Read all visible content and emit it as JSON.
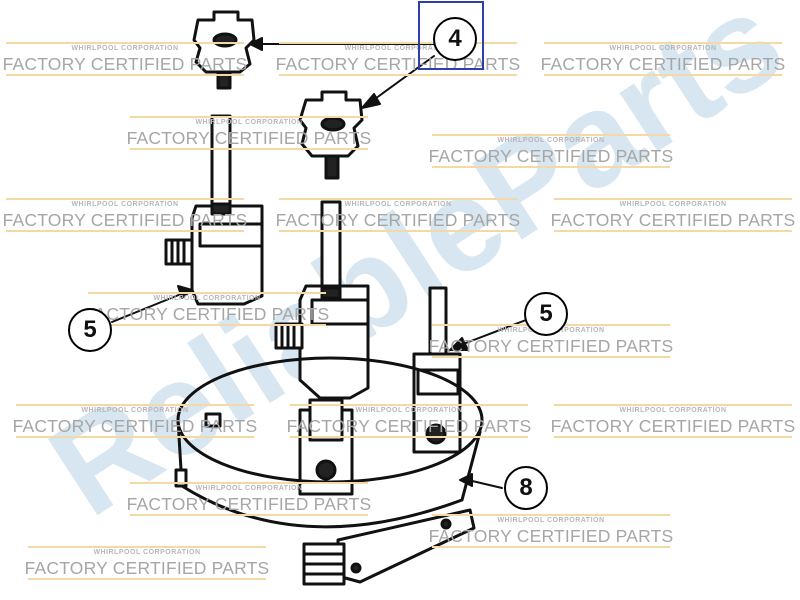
{
  "watermark": {
    "corporation": "WHIRLPOOL CORPORATION",
    "certified": "FACTORY CERTIFIED PARTS",
    "brand": "ReliableParts",
    "brand_color": "#6fa7c9",
    "brand_accent_color": "#8fc3a6"
  },
  "callouts": {
    "top": "4",
    "left": "5",
    "right": "5",
    "bottom": "8"
  },
  "colors": {
    "line": "#111111",
    "highlight": "#2f3fa8",
    "rule": "#f2d9a6"
  }
}
